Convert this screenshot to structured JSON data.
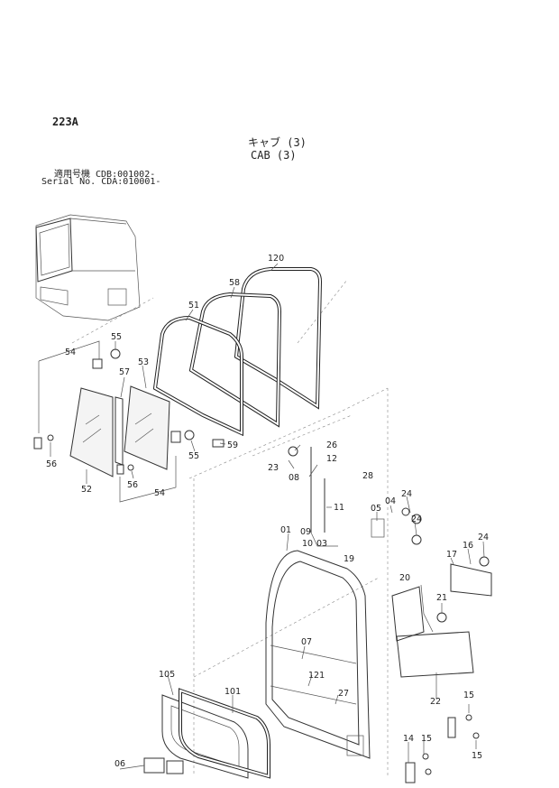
{
  "header": {
    "page_number": "223A",
    "title_jp": "キャブ (3)",
    "title_en": "CAB (3)",
    "serial_jp": "適用号機 CDB:001002-",
    "serial_en": "Serial No. CDA:010001-"
  },
  "callouts": {
    "c120": "120",
    "c58": "58",
    "c51": "51",
    "c54a": "54",
    "c55a": "55",
    "c57": "57",
    "c53": "53",
    "c56a": "56",
    "c52": "52",
    "c56b": "56",
    "c54b": "54",
    "c55b": "55",
    "c59": "59",
    "c26": "26",
    "c12": "12",
    "c23": "23",
    "c08": "08",
    "c28": "28",
    "c11": "11",
    "c24a": "24",
    "c04": "04",
    "c05": "05",
    "c24b": "24",
    "c01": "01",
    "c09": "09",
    "c10": "10",
    "c03": "03",
    "c19": "19",
    "c16": "16",
    "c24c": "24",
    "c17": "17",
    "c20": "20",
    "c21": "21",
    "c07": "07",
    "c121": "121",
    "c105": "105",
    "c101": "101",
    "c27": "27",
    "c22": "22",
    "c15a": "15",
    "c14": "14",
    "c15b": "15",
    "c15c": "15",
    "c06": "06"
  }
}
